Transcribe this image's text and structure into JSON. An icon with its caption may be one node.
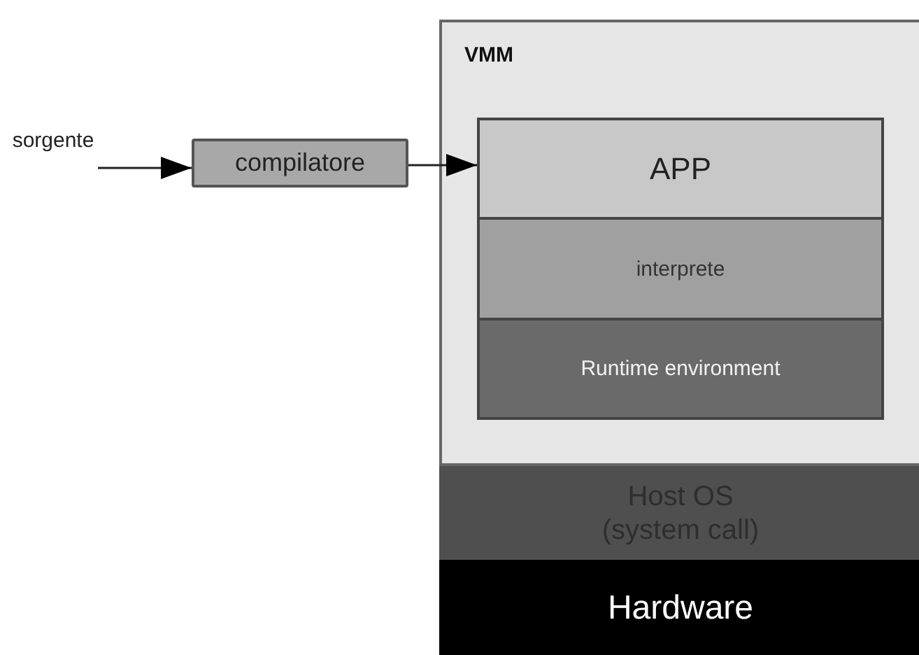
{
  "diagram": {
    "nodes": [
      {
        "text": [
          "sorgente"
        ]
      },
      {
        "text": [
          "compilatore"
        ]
      },
      {
        "text": [
          "VMM"
        ]
      },
      {
        "text": [
          "APP"
        ],
        "in": 2
      },
      {
        "text": [
          "interprete"
        ],
        "in": 2
      },
      {
        "text": [
          "Runtime environment"
        ],
        "in": 2
      },
      {
        "text": [
          "Host OS (system call)"
        ]
      },
      {
        "text": [
          "Hardware"
        ]
      }
    ],
    "edges": [
      {
        "from": 0,
        "to": 1,
        "arrow": "to"
      },
      {
        "from": 1,
        "to": 3,
        "arrow": "to"
      }
    ]
  }
}
